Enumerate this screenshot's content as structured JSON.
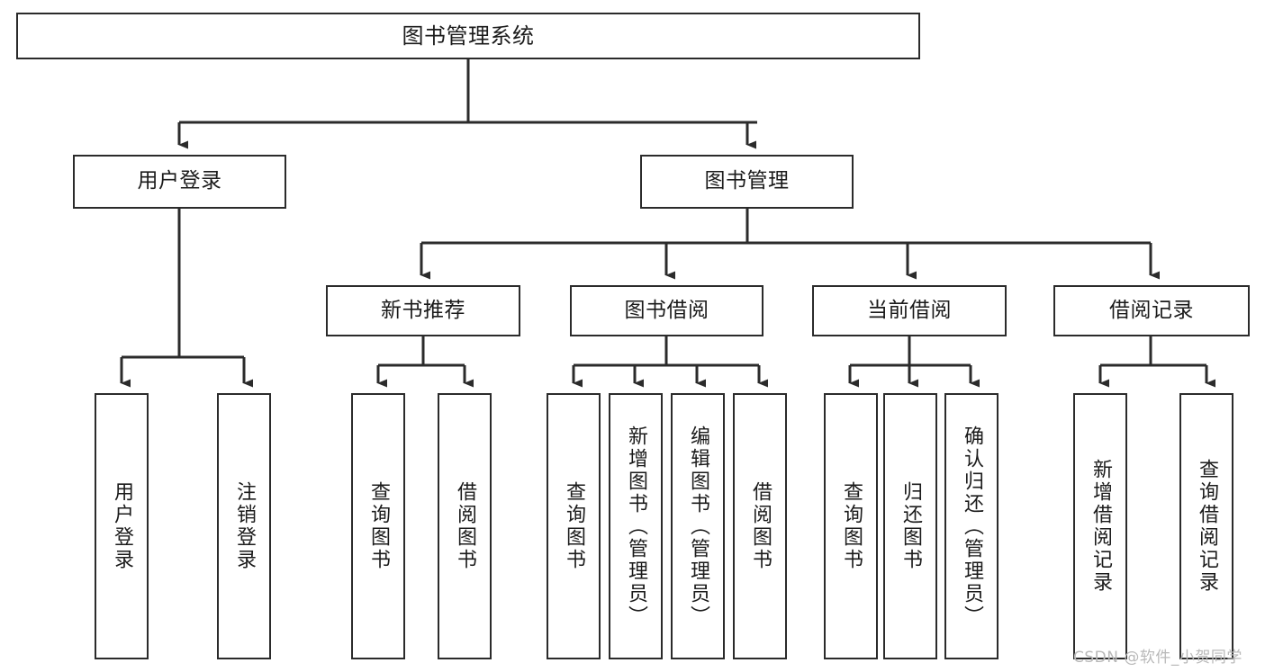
{
  "diagram": {
    "title": "图书管理系统",
    "type": "tree",
    "orientation": "top-down",
    "colors": {
      "background": "#ffffff",
      "box_stroke": "#2b2b2b",
      "box_fill": "#ffffff",
      "text": "#1b1b1b",
      "connector": "#2b2b2b",
      "watermark": "#b9b9b9"
    },
    "nodes": {
      "root": {
        "label": "图书管理系统",
        "level": 1,
        "text_orientation": "horizontal"
      },
      "l2": [
        {
          "id": "user-login",
          "label": "用户登录",
          "level": 2,
          "text_orientation": "horizontal"
        },
        {
          "id": "book-manage",
          "label": "图书管理",
          "level": 2,
          "text_orientation": "horizontal"
        }
      ],
      "l3": [
        {
          "id": "new-book-recommend",
          "label": "新书推荐",
          "level": 3,
          "text_orientation": "horizontal"
        },
        {
          "id": "book-borrow",
          "label": "图书借阅",
          "level": 3,
          "text_orientation": "horizontal"
        },
        {
          "id": "current-borrow",
          "label": "当前借阅",
          "level": 3,
          "text_orientation": "horizontal"
        },
        {
          "id": "borrow-record",
          "label": "借阅记录",
          "level": 3,
          "text_orientation": "horizontal"
        }
      ],
      "leaves": [
        {
          "id": "leaf-user-login",
          "label": "用户登录",
          "parent": "user-login",
          "text_orientation": "vertical"
        },
        {
          "id": "leaf-logout-login",
          "label": "注销登录",
          "parent": "user-login",
          "text_orientation": "vertical"
        },
        {
          "id": "leaf-query-book-1",
          "label": "查询图书",
          "parent": "new-book-recommend",
          "text_orientation": "vertical"
        },
        {
          "id": "leaf-borrow-book-1",
          "label": "借阅图书",
          "parent": "new-book-recommend",
          "text_orientation": "vertical"
        },
        {
          "id": "leaf-query-book-2",
          "label": "查询图书",
          "parent": "book-borrow",
          "text_orientation": "vertical"
        },
        {
          "id": "leaf-add-book",
          "label": "新增图书（管理员）",
          "parent": "book-borrow",
          "text_orientation": "vertical"
        },
        {
          "id": "leaf-edit-book",
          "label": "编辑图书（管理员）",
          "parent": "book-borrow",
          "text_orientation": "vertical"
        },
        {
          "id": "leaf-borrow-book-2",
          "label": "借阅图书",
          "parent": "book-borrow",
          "text_orientation": "vertical"
        },
        {
          "id": "leaf-query-book-3",
          "label": "查询图书",
          "parent": "current-borrow",
          "text_orientation": "vertical"
        },
        {
          "id": "leaf-return-book",
          "label": "归还图书",
          "parent": "current-borrow",
          "text_orientation": "vertical"
        },
        {
          "id": "leaf-confirm-return",
          "label": "确认归还（管理员）",
          "parent": "current-borrow",
          "text_orientation": "vertical"
        },
        {
          "id": "leaf-add-borrow-record",
          "label": "新增借阅记录",
          "parent": "borrow-record",
          "text_orientation": "vertical"
        },
        {
          "id": "leaf-query-borrow-record",
          "label": "查询借阅记录",
          "parent": "borrow-record",
          "text_orientation": "vertical"
        }
      ]
    },
    "watermark": "CSDN @软件_小贺同学"
  }
}
